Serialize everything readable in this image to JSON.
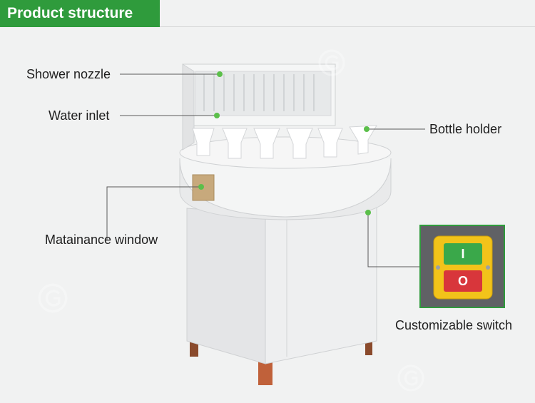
{
  "header": {
    "title": "Product structure"
  },
  "labels": {
    "shower_nozzle": "Shower nozzle",
    "water_inlet": "Water inlet",
    "bottle_holder": "Bottle holder",
    "maintenance_window": "Matainance window",
    "customizable_switch": "Customizable switch"
  },
  "switch": {
    "on_symbol": "I",
    "off_symbol": "O"
  },
  "colors": {
    "accent": "#2f9b3c",
    "switch_housing": "#f2c31a",
    "on_button": "#3aa84a",
    "off_button": "#d8363b"
  },
  "icons": [
    "brand-watermark-icon"
  ]
}
